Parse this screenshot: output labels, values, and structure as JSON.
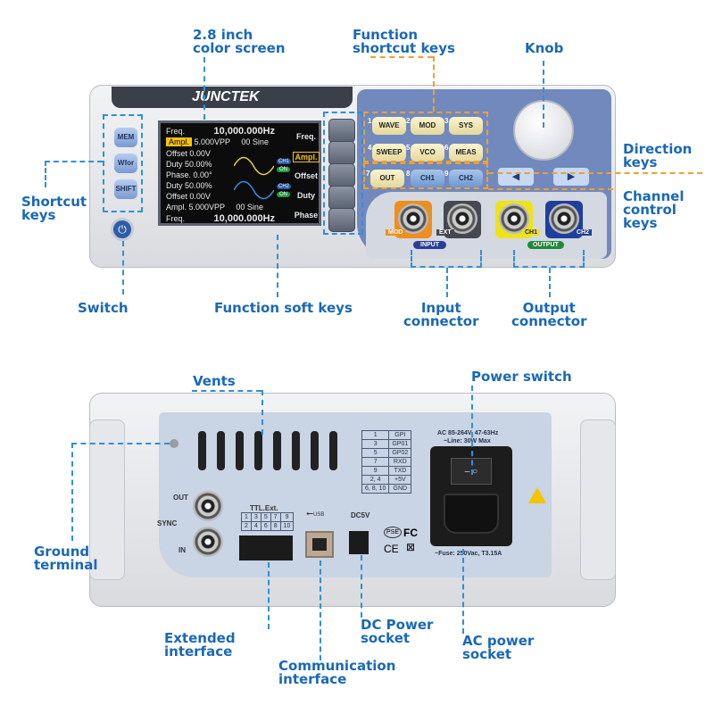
{
  "brand": "JUNCTEK",
  "labels": {
    "screen": [
      "2.8 inch",
      "color screen"
    ],
    "shortcut_fn": [
      "Function",
      "shortcut keys"
    ],
    "knob": "Knob",
    "direction": [
      "Direction",
      "keys"
    ],
    "channel": [
      "Channel",
      "control",
      "keys"
    ],
    "shortcut": [
      "Shortcut",
      "keys"
    ],
    "switch": "Switch",
    "soft_keys": "Function soft keys",
    "input": [
      "Input",
      "connector"
    ],
    "output": [
      "Output",
      "connector"
    ],
    "vents": "Vents",
    "power_switch": "Power switch",
    "ground": [
      "Ground",
      "terminal"
    ],
    "extended": [
      "Extended",
      "interface"
    ],
    "dc": [
      "DC Power",
      "socket"
    ],
    "ac": [
      "AC power",
      "socket"
    ],
    "comm": [
      "Communication",
      "interface"
    ]
  },
  "shortcut_keys": [
    "MEM",
    "Wfor",
    "SHIFT"
  ],
  "screen": {
    "rows": [
      {
        "label": "Freq.",
        "value": "10,000.000Hz"
      },
      {
        "label": "Ampl.",
        "value": "5.000VPP",
        "extra": "00 Sine"
      },
      {
        "label": "Offset",
        "value": "0.00V"
      },
      {
        "label": "Duty",
        "value": "50.00%"
      },
      {
        "label": "Phase.",
        "value": "0.00°"
      },
      {
        "label": "Duty",
        "value": "50.00%"
      },
      {
        "label": "Offset",
        "value": "0.00V"
      },
      {
        "label": "Ampl.",
        "value": "5.000VPP",
        "extra": "00 Sine"
      },
      {
        "label": "Freq.",
        "value": "10,000.000Hz"
      }
    ],
    "ch1": "CH1",
    "ch2": "CH2",
    "on": "ON",
    "soft": [
      "Freq.",
      "Ampl.",
      "Offset",
      "Duty",
      "Phase"
    ]
  },
  "function_keys": [
    {
      "n": "1",
      "label": "WAVE"
    },
    {
      "n": "2",
      "label": "MOD"
    },
    {
      "n": "3",
      "label": "SYS"
    },
    {
      "n": "4",
      "label": "SWEEP"
    },
    {
      "n": "5",
      "label": "VCO"
    },
    {
      "n": "6",
      "label": "MEAS"
    },
    {
      "n": "7",
      "label": "OUT"
    },
    {
      "n": "8",
      "label": "CH1"
    },
    {
      "n": "9",
      "label": "CH2"
    }
  ],
  "connectors": {
    "mod": "MOD",
    "ext": "EXT",
    "ch1": "CH1",
    "ch2": "CH2",
    "input": "INPUT",
    "output": "OUTPUT"
  },
  "direction": {
    "left": "◀",
    "right": "▶"
  },
  "rear": {
    "sync": "SYNC",
    "out": "OUT",
    "in": "IN",
    "ttl": "TTL.Ext.",
    "ttl_pins": [
      [
        "1",
        "3",
        "5",
        "7",
        "9"
      ],
      [
        "2",
        "4",
        "6",
        "8",
        "10"
      ]
    ],
    "usb": "USB",
    "dc": "DC5V",
    "pin_table": [
      [
        "1",
        "GPI"
      ],
      [
        "3",
        "GP01"
      ],
      [
        "5",
        "GP02"
      ],
      [
        "7",
        "RXD"
      ],
      [
        "9",
        "TXD"
      ],
      [
        "2, 4",
        "+5V"
      ],
      [
        "6, 8, 10",
        "GND"
      ]
    ],
    "ac_rating": "AC  85-264V, 47-63Hz",
    "ac_line": "~Line: 30W Max",
    "fuse": "~Fuse: 250Vac, T3.15A",
    "marks": [
      "PSE",
      "FC",
      "CE"
    ]
  },
  "colors": {
    "label": "#1a68b8",
    "dash_blue": "#2f8fdc",
    "dash_orange": "#f0a030",
    "panel": "#6f86b8"
  }
}
